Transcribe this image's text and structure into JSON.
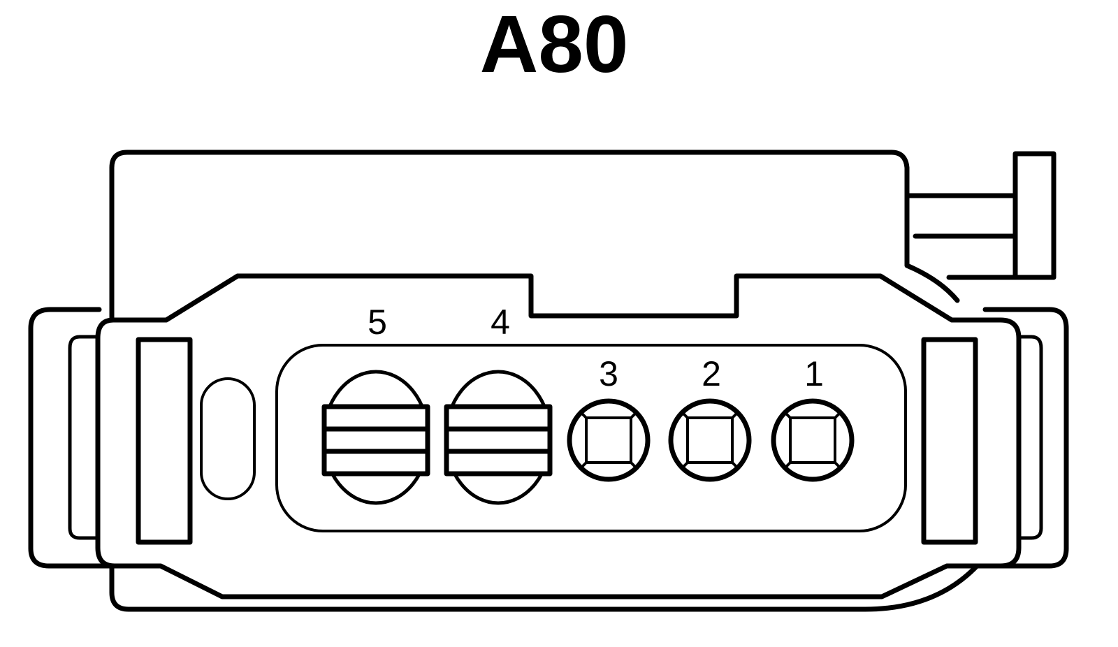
{
  "title": "A80",
  "colors": {
    "line": "#000000",
    "background": "#ffffff"
  },
  "pins": [
    {
      "number": "1",
      "terminal": "square"
    },
    {
      "number": "2",
      "terminal": "square"
    },
    {
      "number": "3",
      "terminal": "square"
    },
    {
      "number": "4",
      "terminal": "blade"
    },
    {
      "number": "5",
      "terminal": "blade"
    }
  ]
}
